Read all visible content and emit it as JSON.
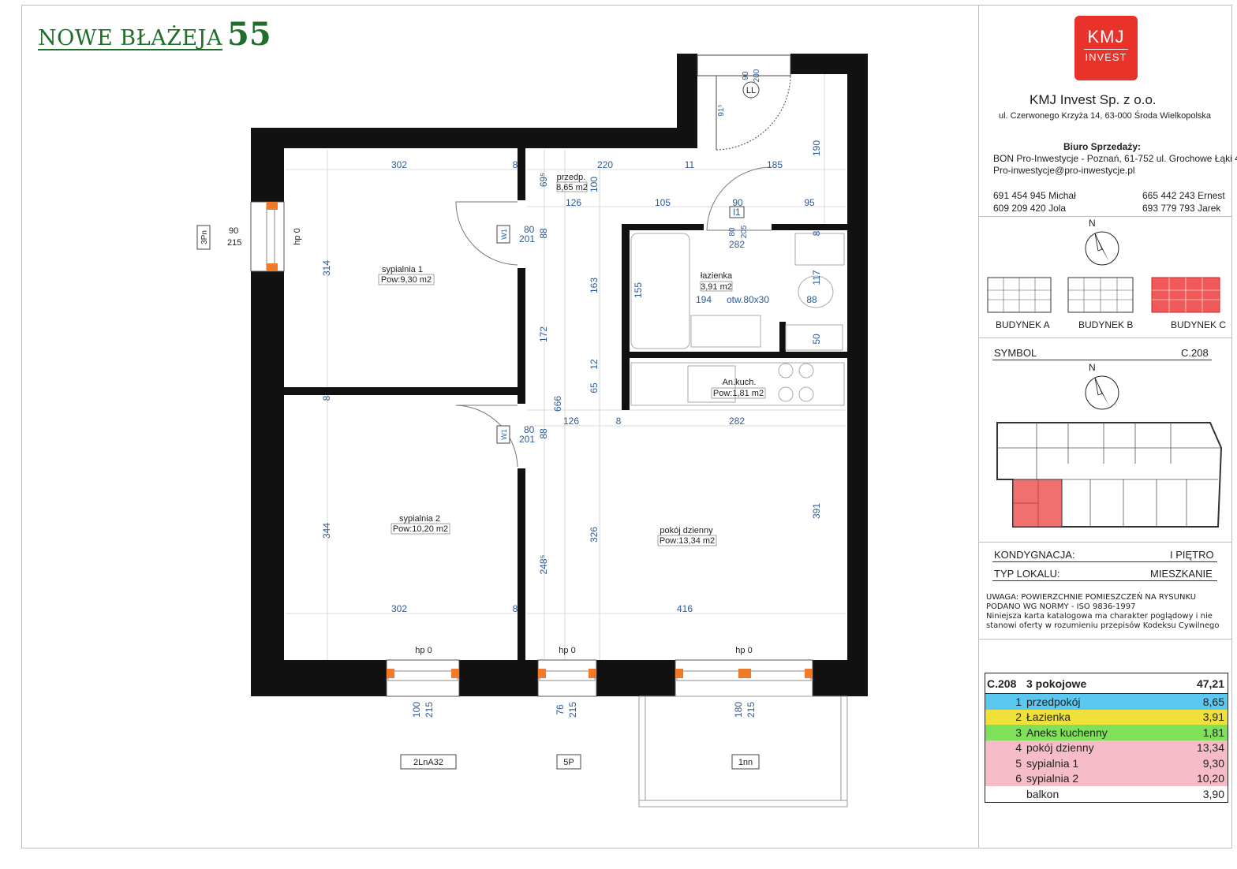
{
  "brand": {
    "name": "NOWE BŁAŻEJA",
    "number": "55"
  },
  "logo": {
    "top": "KMJ",
    "bottom": "INVEST",
    "color": "#e8322a"
  },
  "company": {
    "name": "KMJ Invest Sp. z o.o.",
    "address": "ul. Czerwonego Krzyża 14, 63-000 Środa Wielkopolska"
  },
  "sales": {
    "heading": "Biuro Sprzedaży:",
    "office": "BON Pro-Inwestycje - Poznań, 61-752 ul. Grochowe Łąki 4",
    "email": "Pro-inwestycje@pro-inwestycje.pl",
    "phones_left": [
      "691 454 945 Michał",
      "609 209 420 Jola"
    ],
    "phones_right": [
      "665 442 243 Ernest",
      "693 779 793 Jarek"
    ]
  },
  "compass_label": "N",
  "buildings": [
    "BUDYNEK A",
    "BUDYNEK B",
    "BUDYNEK C"
  ],
  "symbol": {
    "label": "SYMBOL",
    "value": "C.208"
  },
  "floor": {
    "label": "KONDYGNACJA:",
    "value": "I PIĘTRO"
  },
  "unit_type": {
    "label": "TYP LOKALU:",
    "value": "MIESZKANIE"
  },
  "notice": {
    "line1": "UWAGA: POWIERZCHNIE POMIESZCZEŃ NA RYSUNKU",
    "line2": "PODANO WG NORMY - ISO 9836-1997",
    "line3": "Niniejsza karta katalogowa ma charakter poglądowy i nie",
    "line4": "stanowi oferty w rozumieniu przepisów Kodeksu Cywilnego"
  },
  "area_table": {
    "header": {
      "code": "C.208",
      "rooms": "3 pokojowe",
      "total": "47,21"
    },
    "rows": [
      {
        "no": "1",
        "name": "przedpokój",
        "area": "8,65",
        "color": "#5ac8f0"
      },
      {
        "no": "2",
        "name": "Łazienka",
        "area": "3,91",
        "color": "#f0e03a"
      },
      {
        "no": "3",
        "name": "Aneks kuchenny",
        "area": "1,81",
        "color": "#7fe05a"
      },
      {
        "no": "4",
        "name": "pokój dzienny",
        "area": "13,34",
        "color": "#f6bcc8"
      },
      {
        "no": "5",
        "name": "sypialnia 1",
        "area": "9,30",
        "color": "#f6bcc8"
      },
      {
        "no": "6",
        "name": "sypialnia 2",
        "area": "10,20",
        "color": "#f6bcc8"
      },
      {
        "no": "",
        "name": "balkon",
        "area": "3,90",
        "color": "#ffffff"
      }
    ]
  },
  "rooms": {
    "bedroom1": {
      "name": "sypialnia 1",
      "area": "Pow:9,30 m2"
    },
    "bedroom2": {
      "name": "sypialnia 2",
      "area": "Pow:10,20 m2"
    },
    "living": {
      "name": "pokój dzienny",
      "area": "Pow:13,34 m2"
    },
    "hall": {
      "name": "przedp.",
      "area": "8,65 m2"
    },
    "bath": {
      "name": "łazienka",
      "area": "3,91 m2",
      "note": "otw.80x30"
    },
    "kitchen": {
      "name": "An.kuch.",
      "area": "Pow:1,81 m2"
    }
  },
  "dims": {
    "d302a": "302",
    "d8a": "8",
    "d695": "69⁵",
    "d220": "220",
    "d11": "11",
    "d185": "185",
    "d190": "190",
    "d100": "100",
    "d126a": "126",
    "d105": "105",
    "d90a": "90",
    "d95": "95",
    "d11b": "l1",
    "d80a": "80",
    "d205": "205",
    "d282a": "282",
    "d8b": "8",
    "d117": "117",
    "d88a": "88",
    "d155": "155",
    "d194": "194",
    "d163": "163",
    "d172": "172",
    "d50": "50",
    "d12": "12",
    "d65": "65",
    "d666": "666",
    "d126b": "126",
    "d8c": "8",
    "d282b": "282",
    "d88b": "88",
    "d314": "314",
    "d8d": "8",
    "d344": "344",
    "d326": "326",
    "d391": "391",
    "d2485": "248⁵",
    "d302b": "302",
    "d8e": "8",
    "d416": "416",
    "d915": "91⁵",
    "d90door": "90",
    "d200door": "200",
    "ll": "LL",
    "w1a": "W1",
    "w80a": "80",
    "w201a": "201",
    "w1b": "W1",
    "w80b": "80",
    "w201b": "201",
    "win_left_w": "90",
    "win_left_h": "215",
    "win_left_type": "3Pn",
    "hp_left": "hp 0",
    "hp1": "hp 0",
    "hp2": "hp 0",
    "hp3": "hp 0",
    "w1_w": "100",
    "w1_h": "215",
    "w2_w": "76",
    "w2_h": "215",
    "w3_w": "180",
    "w3_h": "215",
    "tag1": "2LnA32",
    "tag2": "5P",
    "tag3": "1nn"
  }
}
